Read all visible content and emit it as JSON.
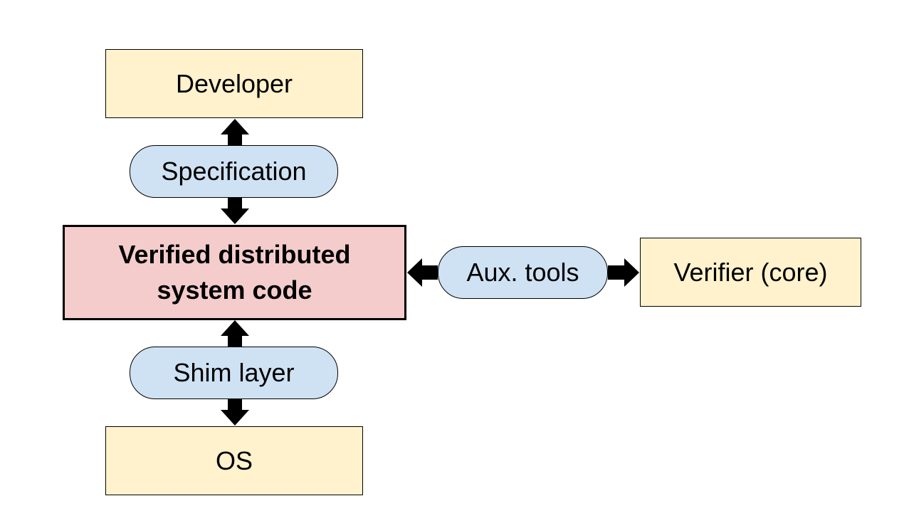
{
  "colors": {
    "box_fill": "#fff2cc",
    "pill_fill": "#cfe2f3",
    "core_fill": "#f4cccc",
    "outline": "#000000",
    "arrow": "#000000"
  },
  "nodes": {
    "developer": "Developer",
    "specification": "Specification",
    "core_line1": "Verified distributed",
    "core_line2": "system code",
    "shim_layer": "Shim layer",
    "os": "OS",
    "aux_tools": "Aux. tools",
    "verifier": "Verifier (core)"
  },
  "edges": [
    {
      "from": "specification",
      "to": "developer"
    },
    {
      "from": "specification",
      "to": "verified-code"
    },
    {
      "from": "shim-layer",
      "to": "verified-code"
    },
    {
      "from": "shim-layer",
      "to": "os"
    },
    {
      "from": "aux-tools",
      "to": "verified-code"
    },
    {
      "from": "aux-tools",
      "to": "verifier"
    }
  ]
}
